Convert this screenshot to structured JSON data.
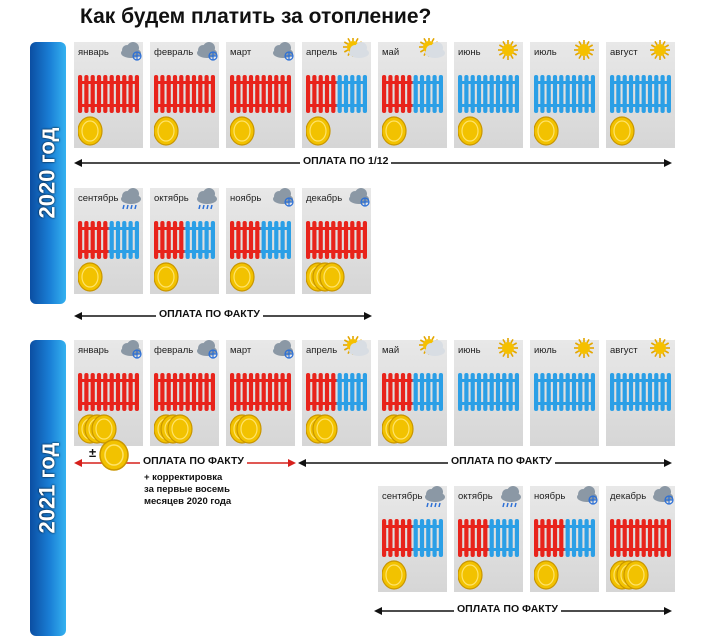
{
  "title": "Как будем платить за отопление?",
  "years": {
    "y2020": "2020 год",
    "y2021": "2021 год"
  },
  "colors": {
    "hot": "#e8231b",
    "cold": "#2b9fe6",
    "coin": "#f2c200",
    "bar": "#1a7fd6"
  },
  "months_2020_row1": [
    {
      "label": "январь",
      "weather": "snow-cloud-icon",
      "rad": "hot",
      "coins": 1
    },
    {
      "label": "февраль",
      "weather": "snow-cloud-icon",
      "rad": "hot",
      "coins": 1
    },
    {
      "label": "март",
      "weather": "snow-cloud-icon",
      "rad": "hot",
      "coins": 1
    },
    {
      "label": "апрель",
      "weather": "sun-cloud-icon",
      "rad": "mixed",
      "coins": 1
    },
    {
      "label": "май",
      "weather": "sun-cloud-icon",
      "rad": "mixed",
      "coins": 1
    },
    {
      "label": "июнь",
      "weather": "sun-icon",
      "rad": "cold",
      "coins": 1
    },
    {
      "label": "июль",
      "weather": "sun-icon",
      "rad": "cold",
      "coins": 1
    },
    {
      "label": "август",
      "weather": "sun-icon",
      "rad": "cold",
      "coins": 1
    }
  ],
  "months_2020_row2": [
    {
      "label": "сентябрь",
      "weather": "rain-cloud-icon",
      "rad": "mixed",
      "coins": 1
    },
    {
      "label": "октябрь",
      "weather": "rain-cloud-icon",
      "rad": "mixed",
      "coins": 1
    },
    {
      "label": "ноябрь",
      "weather": "snow-cloud-icon",
      "rad": "mixed",
      "coins": 1
    },
    {
      "label": "декабрь",
      "weather": "snow-cloud-icon",
      "rad": "hot",
      "coins": 3
    }
  ],
  "months_2021_row1": [
    {
      "label": "январь",
      "weather": "snow-cloud-icon",
      "rad": "hot",
      "coins": 3
    },
    {
      "label": "февраль",
      "weather": "snow-cloud-icon",
      "rad": "hot",
      "coins": 3
    },
    {
      "label": "март",
      "weather": "snow-cloud-icon",
      "rad": "hot",
      "coins": 2
    },
    {
      "label": "апрель",
      "weather": "sun-cloud-icon",
      "rad": "mixed",
      "coins": 2
    },
    {
      "label": "май",
      "weather": "sun-cloud-icon",
      "rad": "mixed",
      "coins": 2
    },
    {
      "label": "июнь",
      "weather": "sun-icon",
      "rad": "cold",
      "coins": 0
    },
    {
      "label": "июль",
      "weather": "sun-icon",
      "rad": "cold",
      "coins": 0
    },
    {
      "label": "август",
      "weather": "sun-icon",
      "rad": "cold",
      "coins": 0
    }
  ],
  "months_2021_row2": [
    {
      "label": "сентябрь",
      "weather": "rain-cloud-icon",
      "rad": "mixed",
      "coins": 1
    },
    {
      "label": "октябрь",
      "weather": "rain-cloud-icon",
      "rad": "mixed",
      "coins": 1
    },
    {
      "label": "ноябрь",
      "weather": "snow-cloud-icon",
      "rad": "mixed",
      "coins": 1
    },
    {
      "label": "декабрь",
      "weather": "snow-cloud-icon",
      "rad": "hot",
      "coins": 3
    }
  ],
  "arrows": {
    "a1": "ОПЛАТА ПО 1/12",
    "a2": "ОПЛАТА ПО ФАКТУ",
    "a3": "ОПЛАТА ПО ФАКТУ",
    "a4": "ОПЛАТА ПО ФАКТУ",
    "a5": "ОПЛАТА ПО ФАКТУ"
  },
  "correction_note": [
    "+ корректировка",
    "за первые восемь",
    "месяцев 2020 года"
  ],
  "plus_minus": "±"
}
